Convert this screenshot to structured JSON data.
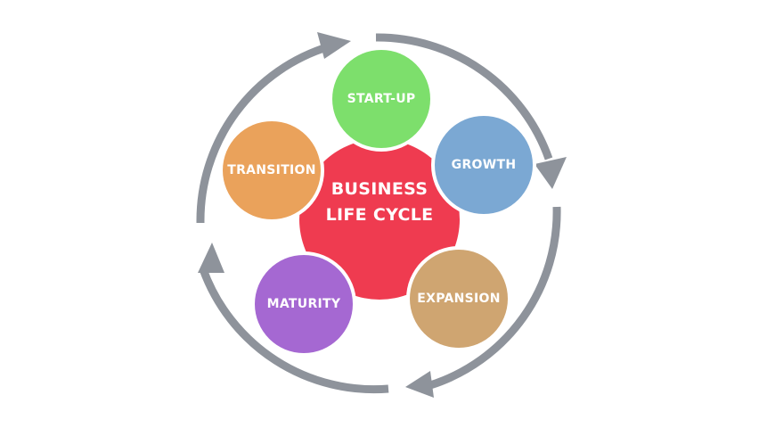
{
  "center": {
    "line1": "BUSINESS",
    "line2": "LIFE CYCLE",
    "color": "#ef3b50"
  },
  "stages": [
    {
      "id": "startup",
      "label": "START-UP",
      "color": "#7ddf6c"
    },
    {
      "id": "growth",
      "label": "GROWTH",
      "color": "#7ba8d3"
    },
    {
      "id": "expansion",
      "label": "EXPANSION",
      "color": "#cfa571"
    },
    {
      "id": "maturity",
      "label": "MATURITY",
      "color": "#a568d2"
    },
    {
      "id": "transition",
      "label": "TRANSITION",
      "color": "#eaa25b"
    }
  ],
  "arrow_color": "#8e939b"
}
